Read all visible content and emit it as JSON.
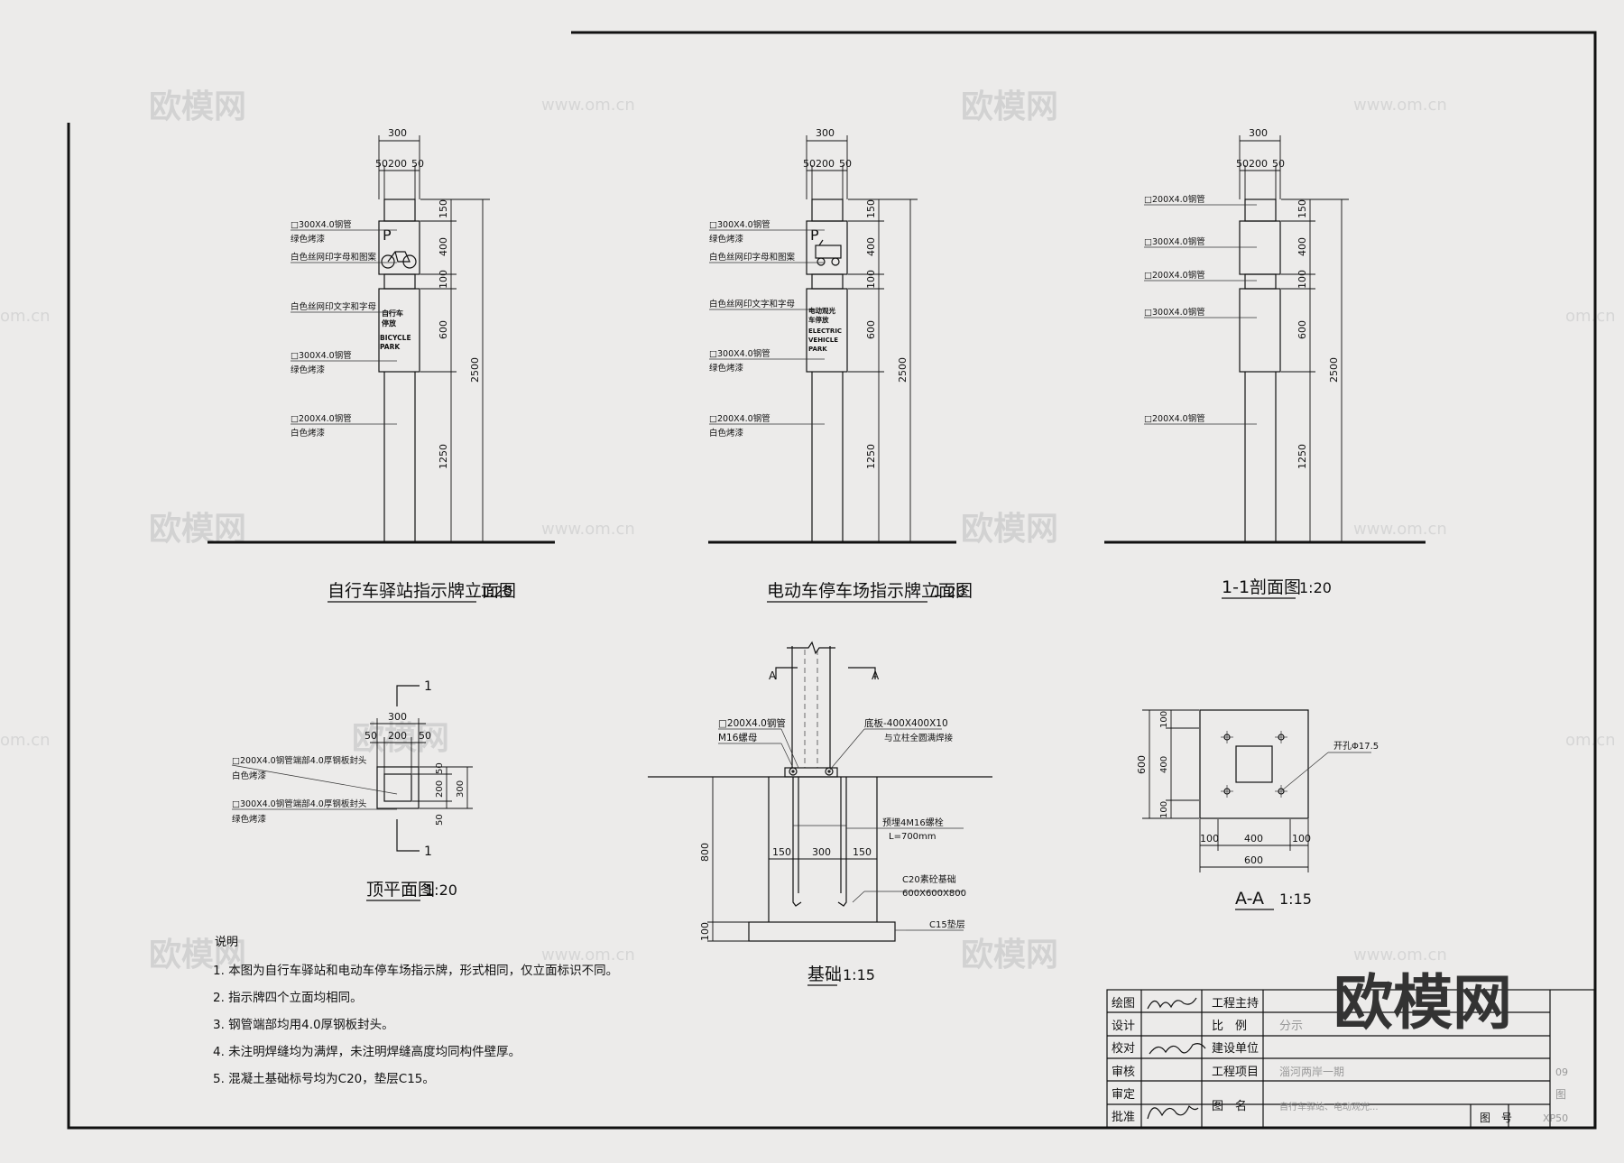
{
  "watermarks": {
    "brand": "欧模网",
    "site": "www.om.cn",
    "site_edge": "om.cn"
  },
  "elev1": {
    "dims_top": [
      "300",
      "50",
      "200",
      "50"
    ],
    "dims_right": [
      "150",
      "400",
      "100",
      "600",
      "2500",
      "1250"
    ],
    "notes": [
      "□300X4.0钢管",
      "绿色烤漆",
      "白色丝网印字母和图案",
      "白色丝网印文字和字母",
      "□300X4.0钢管",
      "绿色烤漆",
      "□200X4.0钢管",
      "白色烤漆"
    ],
    "sign_letter": "P",
    "sign_lines": [
      "自行车",
      "停放",
      "BICYCLE",
      "PARK"
    ],
    "title": "自行车驿站指示牌立面图",
    "scale": "1:20"
  },
  "elev2": {
    "dims_top": [
      "300",
      "50",
      "200",
      "50"
    ],
    "dims_right": [
      "150",
      "400",
      "100",
      "600",
      "2500",
      "1250"
    ],
    "notes": [
      "□300X4.0钢管",
      "绿色烤漆",
      "白色丝网印字母和图案",
      "白色丝网印文字和字母",
      "□300X4.0钢管",
      "绿色烤漆",
      "□200X4.0钢管",
      "白色烤漆"
    ],
    "sign_letter": "P",
    "sign_lines": [
      "电动观光",
      "车停放",
      "ELECTRIC",
      "VEHICLE",
      "PARK"
    ],
    "title": "电动车停车场指示牌立面图",
    "scale": "1:20"
  },
  "section11": {
    "dims_top": [
      "300",
      "50",
      "200",
      "50"
    ],
    "dims_right": [
      "150",
      "400",
      "100",
      "600",
      "2500",
      "1250"
    ],
    "notes": [
      "□200X4.0钢管",
      "□300X4.0钢管",
      "□200X4.0钢管",
      "□300X4.0钢管",
      "□200X4.0钢管"
    ],
    "title": "1-1剖面图",
    "scale": "1:20"
  },
  "topplan": {
    "mark": "1",
    "dims_top": [
      "300",
      "50",
      "200",
      "50"
    ],
    "dims_right": [
      "50",
      "200",
      "50",
      "300"
    ],
    "notes": [
      "□200X4.0钢管端部4.0厚钢板封头",
      "白色烤漆",
      "□300X4.0钢管端部4.0厚钢板封头",
      "绿色烤漆"
    ],
    "title": "顶平面图",
    "scale": "1:20"
  },
  "foundation": {
    "section_mark": "A",
    "notes": [
      "□200X4.0钢管",
      "M16螺母",
      "底板-400X400X10",
      "与立柱全圆满焊接",
      "预埋4M16螺栓",
      "L=700mm",
      "C20素砼基础",
      "600X600X800",
      "C15垫层"
    ],
    "dims": [
      "150",
      "300",
      "150",
      "800",
      "100"
    ],
    "title": "基础",
    "scale": "1:15"
  },
  "aa": {
    "dims_left": [
      "600",
      "100",
      "400",
      "100"
    ],
    "dims_bottom": [
      "100",
      "400",
      "100",
      "600"
    ],
    "note": "开孔Φ17.5",
    "title": "A-A",
    "scale": "1:15"
  },
  "notes": {
    "heading": "说明",
    "items": [
      "1. 本图为自行车驿站和电动车停车场指示牌，形式相同，仅立面标识不同。",
      "2. 指示牌四个立面均相同。",
      "3. 钢管端部均用4.0厚钢板封头。",
      "4. 未注明焊缝均为满焊，未注明焊缝高度均同构件壁厚。",
      "5. 混凝土基础标号均为C20，垫层C15。"
    ]
  },
  "titleblock": {
    "roles": [
      "绘图",
      "设计",
      "校对",
      "审核",
      "审定",
      "批准"
    ],
    "fields": [
      "工程主持",
      "比　例",
      "建设单位",
      "工程项目",
      "图　名"
    ],
    "values": [
      "分示",
      "淄河两岸一期",
      "自行车驿站、电动观光..."
    ],
    "right_cells": [
      "09",
      "图"
    ],
    "drawing_no_label": "图　号",
    "drawing_no": "XP50",
    "brand_overlay": "欧模网"
  }
}
